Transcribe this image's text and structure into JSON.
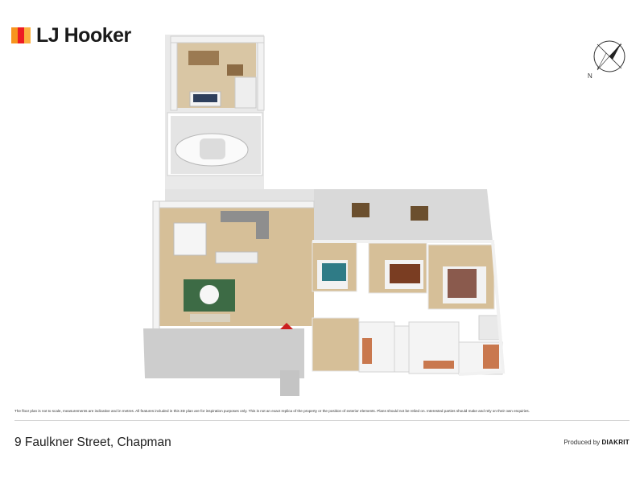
{
  "brand": {
    "name": "LJ Hooker",
    "colors": [
      "#f7941d",
      "#ed1c24",
      "#fbb040"
    ]
  },
  "compass": {
    "label": "N"
  },
  "disclaimer": "The floor plan is not to scale, measurements are indicative and in metres. All features included in this 3D plan are for inspiration purposes only. This is not an exact replica of the property or the position of exterior elements. Plans should not be relied on. Interested parties should make and rely on their own enquiries.",
  "footer": {
    "address": "9 Faulkner Street, Chapman",
    "produced_by_prefix": "Produced by ",
    "produced_by_brand": "DIAKRIT"
  }
}
